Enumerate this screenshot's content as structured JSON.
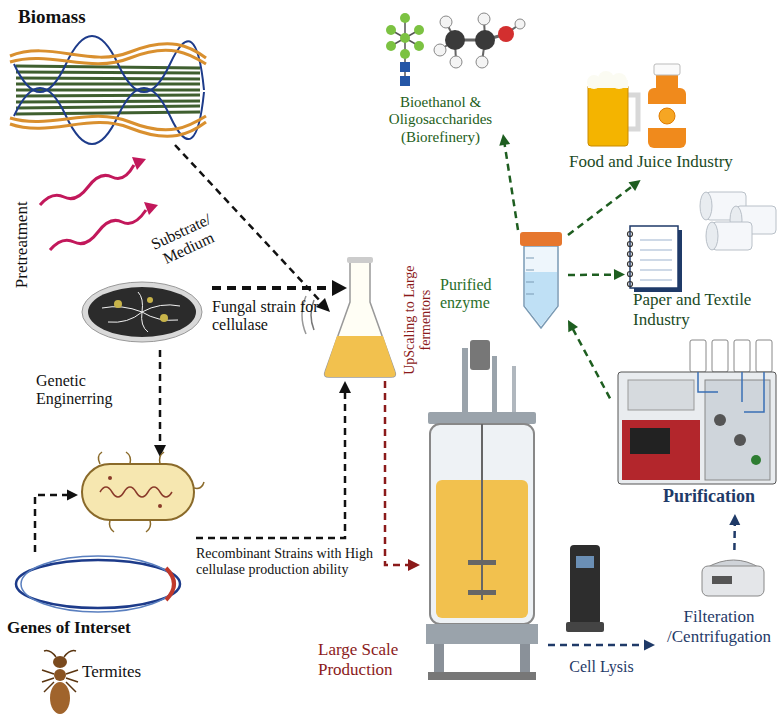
{
  "diagram": {
    "nodes": [
      {
        "text": [
          "Biomass"
        ]
      },
      {
        "text": [
          "Bioethanol & Oligosaccharides (Biorefinery)"
        ]
      },
      {
        "text": [
          "Food and Juice Industry"
        ]
      },
      {
        "text": [
          "Purified enzyme"
        ]
      },
      {
        "text": [
          "Paper and Textile Industry"
        ]
      },
      {
        "text": [
          "Purification"
        ]
      },
      {
        "text": [
          "Recombinant Strains with High cellulase production ability"
        ]
      },
      {
        "text": [
          "Large Scale Production"
        ]
      },
      {
        "text": [
          "Filteration /Centrifugation"
        ]
      },
      {
        "text": [
          "Genes of Interset"
        ]
      }
    ],
    "edges": [
      {
        "from": 3,
        "to": 1,
        "arrow": "to"
      },
      {
        "from": 3,
        "to": 2,
        "arrow": "to"
      },
      {
        "from": 3,
        "to": 4,
        "arrow": "to"
      },
      {
        "from": 5,
        "to": 3,
        "arrow": "to"
      },
      {
        "from": 7,
        "to": 8,
        "label": "Cell Lysis",
        "arrow": "to"
      },
      {
        "from": 8,
        "to": 5,
        "arrow": "to"
      },
      {
        "from": 9,
        "to": 6,
        "arrow": "to"
      }
    ],
    "labels": [
      "Pretreatment",
      "Substrate/ Medium",
      "Genetic Enginerring",
      "Fungal strain for cellulase",
      "UpScaling to Large fermentors",
      "Termites"
    ]
  }
}
